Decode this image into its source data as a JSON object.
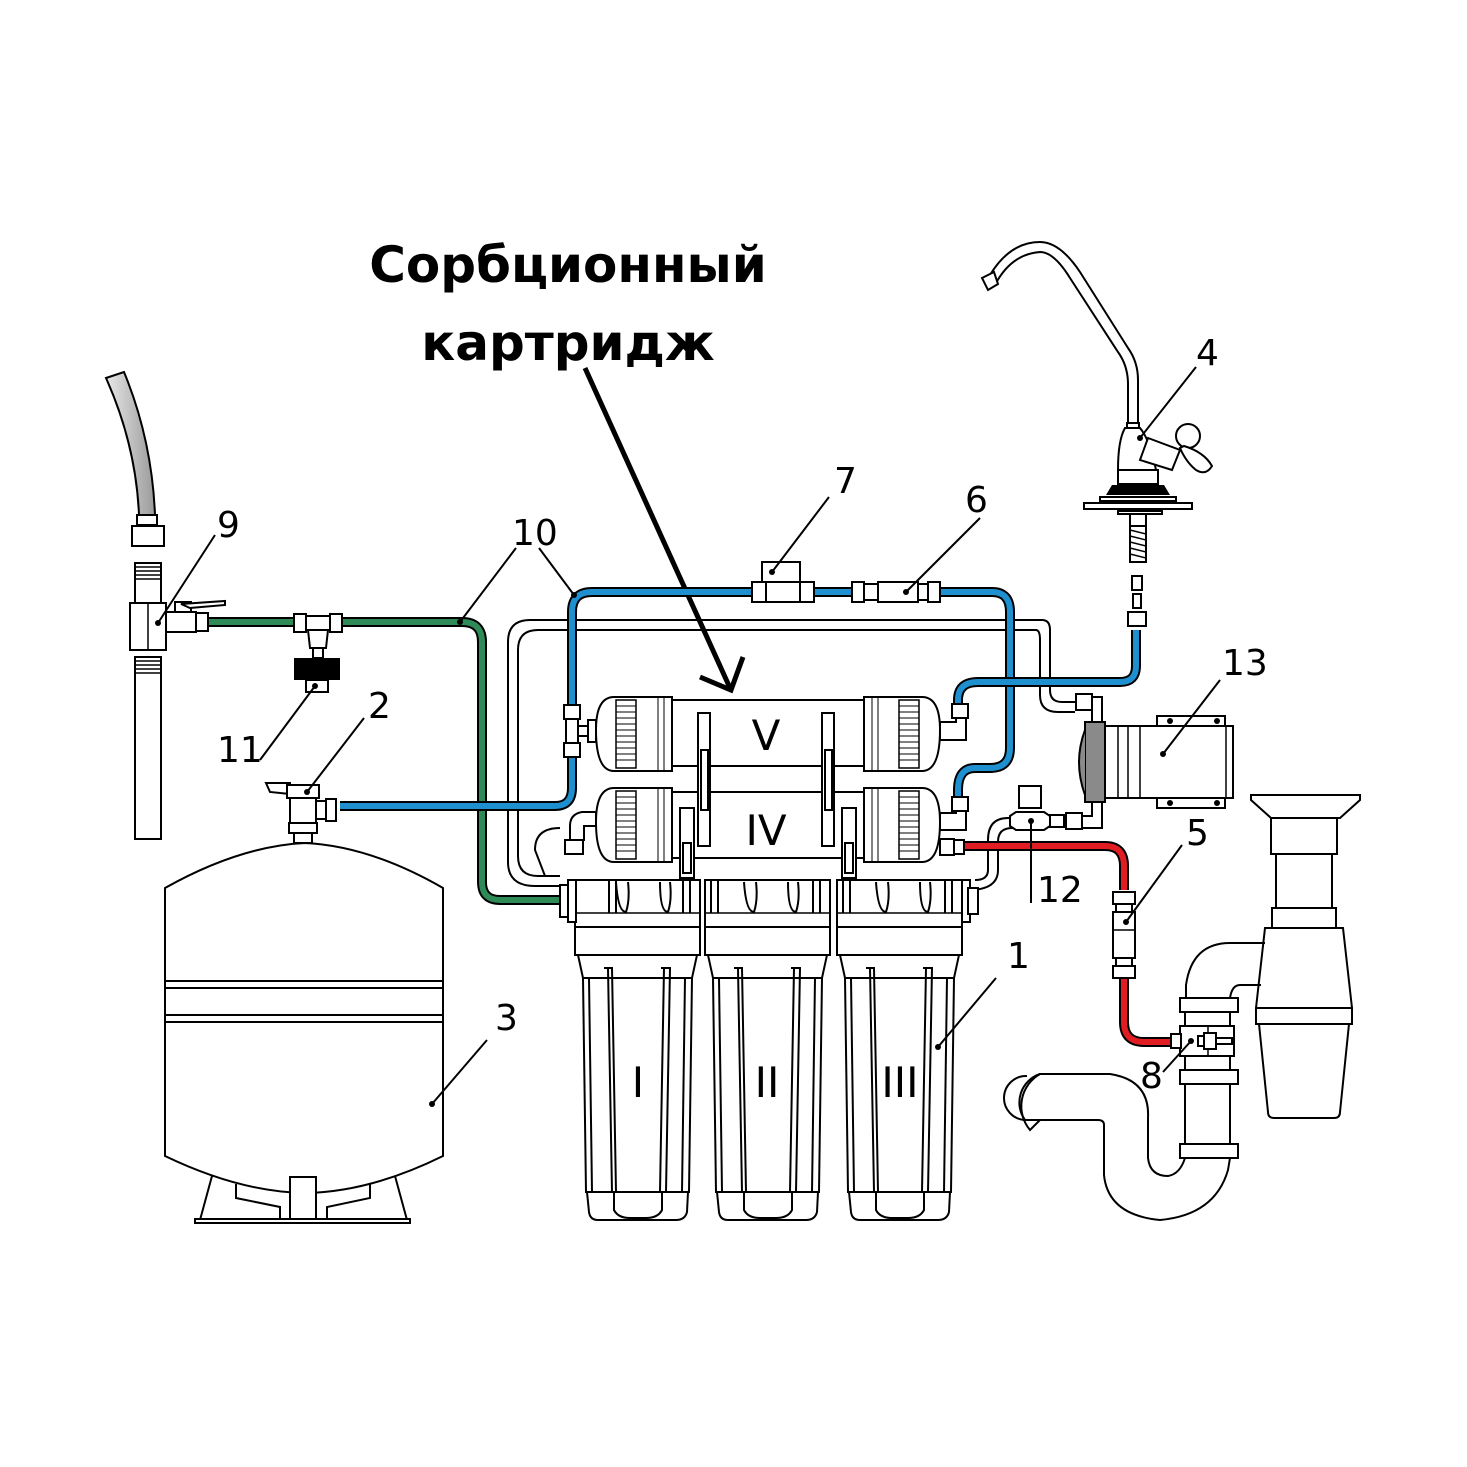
{
  "title": {
    "line1": "Сорбционный",
    "line2": "картридж"
  },
  "colors": {
    "feed_pipe": "#2e8b57",
    "clean_pipe": "#1e90d0",
    "drain_pipe": "#e11d24",
    "white_pipe": "#ffffff",
    "pump_membrane": "#8a8a8a",
    "outline": "#000000"
  },
  "cartridges": {
    "I": "I",
    "II": "II",
    "III": "III",
    "IV": "IV",
    "V": "V"
  },
  "callouts": {
    "c1": "1",
    "c2": "2",
    "c3": "3",
    "c4": "4",
    "c5": "5",
    "c6": "6",
    "c7": "7",
    "c8": "8",
    "c9": "9",
    "c10": "10",
    "c11": "11",
    "c12": "12",
    "c13": "13"
  },
  "components": [
    {
      "id": "1",
      "name": "prefilter-housings"
    },
    {
      "id": "2",
      "name": "tank-valve"
    },
    {
      "id": "3",
      "name": "storage-tank"
    },
    {
      "id": "4",
      "name": "clean-water-faucet"
    },
    {
      "id": "5",
      "name": "flow-restrictor"
    },
    {
      "id": "6",
      "name": "check-valve"
    },
    {
      "id": "7",
      "name": "shut-off-valve"
    },
    {
      "id": "8",
      "name": "drain-clamp"
    },
    {
      "id": "9",
      "name": "feed-water-adapter"
    },
    {
      "id": "10",
      "name": "tubing"
    },
    {
      "id": "11",
      "name": "pressure-switch"
    },
    {
      "id": "12",
      "name": "auto-shut-off-valve"
    },
    {
      "id": "13",
      "name": "booster-pump"
    }
  ]
}
